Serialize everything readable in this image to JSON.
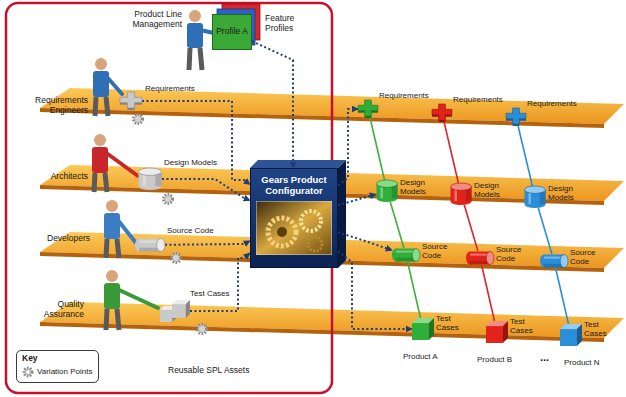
{
  "diagram": {
    "nodes": [
      {
        "text": [
          "Feature Profiles",
          "Profile A"
        ]
      },
      {
        "text": [
          "Requirements"
        ]
      },
      {
        "text": [
          "Design Models"
        ]
      },
      {
        "text": [
          "Source Code"
        ]
      },
      {
        "text": [
          "Test Cases"
        ]
      },
      {
        "text": [
          "Gears Product Configurator"
        ]
      },
      {
        "text": [
          "Requirements"
        ]
      },
      {
        "text": [
          "Requirements"
        ]
      },
      {
        "text": [
          "Requirements"
        ]
      },
      {
        "text": [
          "Design Models"
        ]
      },
      {
        "text": [
          "Design Models"
        ]
      },
      {
        "text": [
          "Design Models"
        ]
      },
      {
        "text": [
          "Source Code"
        ]
      },
      {
        "text": [
          "Source Code"
        ]
      },
      {
        "text": [
          "Source Code"
        ]
      },
      {
        "text": [
          "Test Cases"
        ]
      },
      {
        "text": [
          "Test Cases"
        ]
      },
      {
        "text": [
          "Test Cases"
        ]
      },
      {
        "text": [
          "Key"
        ]
      }
    ],
    "edges": [
      {
        "from": 0,
        "to": 5,
        "arrow": "to"
      },
      {
        "from": 1,
        "to": 5,
        "arrow": "to"
      },
      {
        "from": 2,
        "to": 5,
        "arrow": "to"
      },
      {
        "from": 3,
        "to": 5,
        "arrow": "to"
      },
      {
        "from": 4,
        "to": 5,
        "arrow": "to"
      },
      {
        "from": 5,
        "to": 6,
        "arrow": "to"
      },
      {
        "from": 5,
        "to": 9,
        "arrow": "to"
      },
      {
        "from": 5,
        "to": 12,
        "arrow": "to"
      },
      {
        "from": 5,
        "to": 15,
        "arrow": "to"
      },
      {
        "from": 6,
        "to": 9,
        "arrow": "none"
      },
      {
        "from": 9,
        "to": 12,
        "arrow": "none"
      },
      {
        "from": 12,
        "to": 15,
        "arrow": "none"
      },
      {
        "from": 7,
        "to": 10,
        "arrow": "none"
      },
      {
        "from": 10,
        "to": 13,
        "arrow": "none"
      },
      {
        "from": 13,
        "to": 16,
        "arrow": "none"
      },
      {
        "from": 8,
        "to": 11,
        "arrow": "none"
      },
      {
        "from": 11,
        "to": 14,
        "arrow": "none"
      },
      {
        "from": 14,
        "to": 17,
        "arrow": "none"
      }
    ],
    "labels": [
      "Product Line Management",
      "Requirements Engineers",
      "Architects",
      "Developers",
      "Quality Assurance",
      "Reusable SPL Assets",
      "Product A",
      "Product B",
      "...",
      "Product N"
    ],
    "legend": [
      {
        "text": "Variation Points"
      }
    ]
  }
}
